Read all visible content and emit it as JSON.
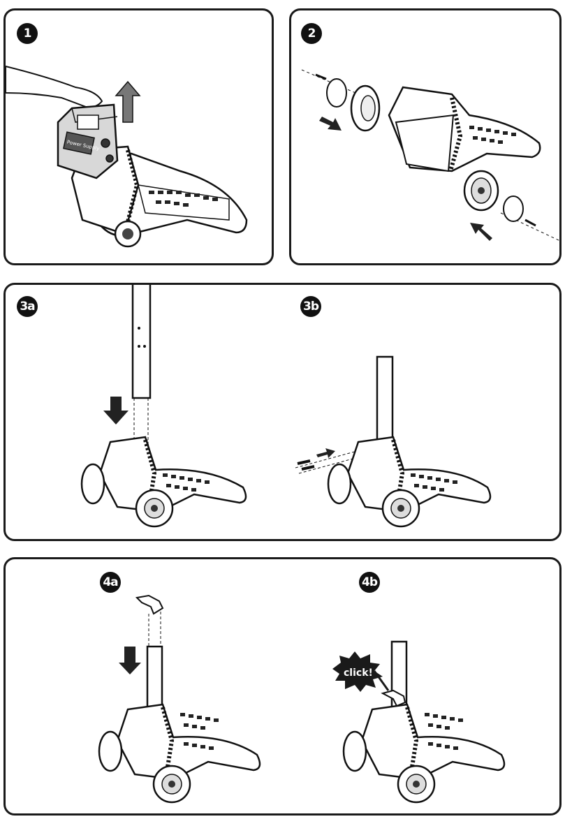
{
  "steps": [
    {
      "label": "1"
    },
    {
      "label": "2"
    },
    {
      "label": "3a"
    },
    {
      "label": "3b"
    },
    {
      "label": "4a"
    },
    {
      "label": "4b"
    }
  ],
  "callout": {
    "text": "click!"
  },
  "unit_brand": "Power Supply"
}
